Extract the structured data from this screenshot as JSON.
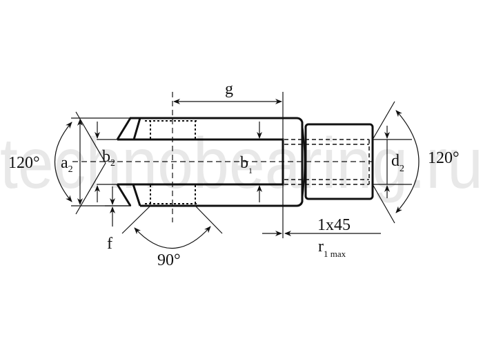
{
  "watermark": "technobearing.ru",
  "labels": {
    "g": "g",
    "a": "a",
    "a_sub": "2",
    "b2": "b",
    "b2_sub": "2",
    "b1": "b",
    "b1_sub": "1",
    "d": "d",
    "d_sub": "2",
    "f": "f",
    "angle_left": "120°",
    "angle_right": "120°",
    "angle_bottom": "90°",
    "chamfer": "1x45",
    "r": "r",
    "r_sub": "1 max"
  },
  "colors": {
    "line": "#111111",
    "background": "#ffffff"
  }
}
